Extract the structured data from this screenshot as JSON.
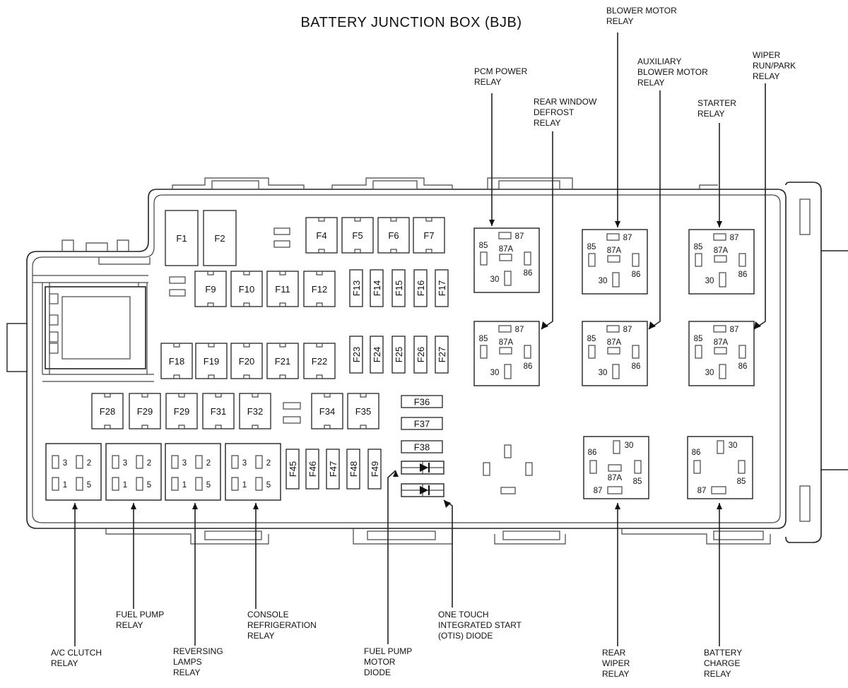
{
  "title": "BATTERY JUNCTION BOX (BJB)",
  "fuses": {
    "F1": "F1",
    "F2": "F2",
    "F4": "F4",
    "F5": "F5",
    "F6": "F6",
    "F7": "F7",
    "F9": "F9",
    "F10": "F10",
    "F11": "F11",
    "F12": "F12",
    "F13": "F13",
    "F14": "F14",
    "F15": "F15",
    "F16": "F16",
    "F17": "F17",
    "F18": "F18",
    "F19": "F19",
    "F20": "F20",
    "F21": "F21",
    "F22": "F22",
    "F23": "F23",
    "F24": "F24",
    "F25": "F25",
    "F26": "F26",
    "F27": "F27",
    "F28": "F28",
    "F29a": "F29",
    "F29b": "F29",
    "F31": "F31",
    "F32": "F32",
    "F34": "F34",
    "F35": "F35",
    "F36": "F36",
    "F37": "F37",
    "F38": "F38",
    "F45": "F45",
    "F46": "F46",
    "F47": "F47",
    "F48": "F48",
    "F49": "F49"
  },
  "pins": {
    "p85": "85",
    "p86": "86",
    "p87": "87",
    "p87a": "87A",
    "p30": "30",
    "p1": "1",
    "p2": "2",
    "p3": "3",
    "p5": "5"
  },
  "callouts": {
    "pcm_power": [
      "PCM POWER",
      "RELAY"
    ],
    "rear_window": [
      "REAR WINDOW",
      "DEFROST",
      "RELAY"
    ],
    "blower_motor": [
      "BLOWER MOTOR",
      "RELAY"
    ],
    "aux_blower": [
      "AUXILIARY",
      "BLOWER MOTOR",
      "RELAY"
    ],
    "starter": [
      "STARTER",
      "RELAY"
    ],
    "wiper_run": [
      "WIPER",
      "RUN/PARK",
      "RELAY"
    ],
    "ac_clutch": [
      "A/C CLUTCH",
      "RELAY"
    ],
    "fuel_pump": [
      "FUEL PUMP",
      "RELAY"
    ],
    "reversing": [
      "REVERSING",
      "LAMPS",
      "RELAY"
    ],
    "console": [
      "CONSOLE",
      "REFRIGERATION",
      "RELAY"
    ],
    "fuel_pump_diode": [
      "FUEL PUMP",
      "MOTOR",
      "DIODE"
    ],
    "otis": [
      "ONE TOUCH",
      "INTEGRATED START",
      "(OTIS) DIODE"
    ],
    "rear_wiper": [
      "REAR",
      "WIPER",
      "RELAY"
    ],
    "battery_charge": [
      "BATTERY",
      "CHARGE",
      "RELAY"
    ]
  }
}
